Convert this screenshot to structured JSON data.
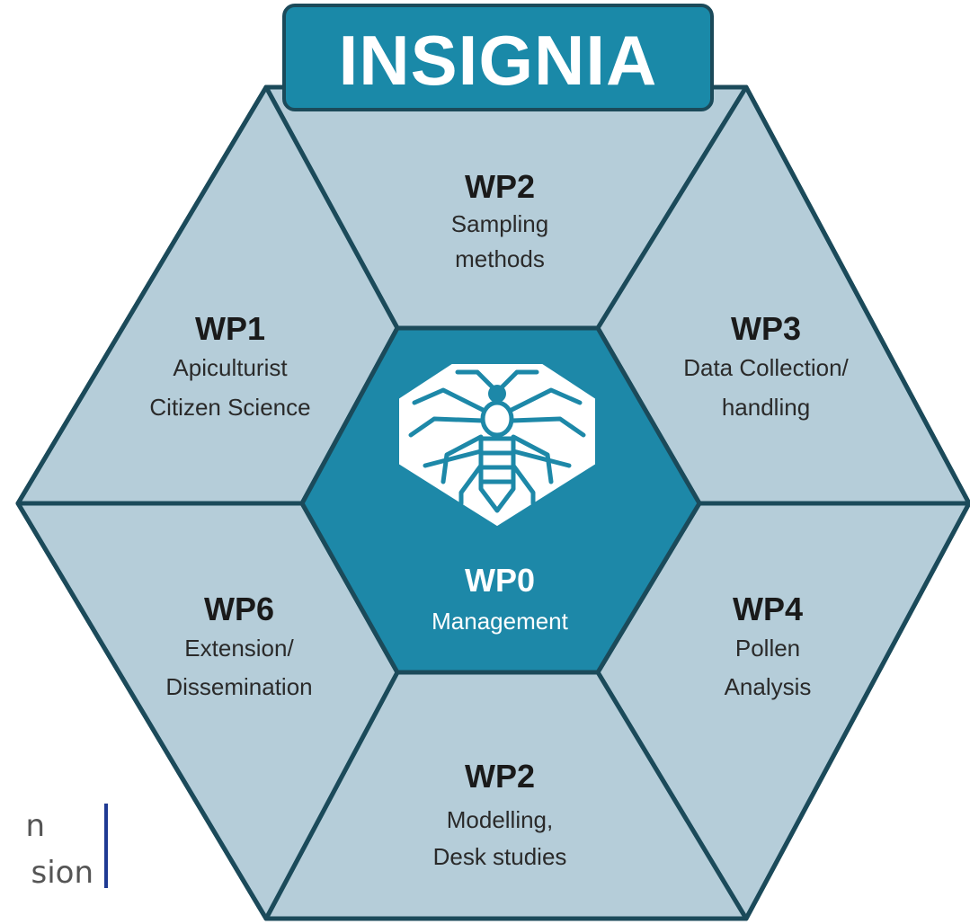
{
  "title": "INSIGNIA",
  "center": {
    "code": "WP0",
    "lines": [
      "Management"
    ],
    "icon": "bee-circuit-icon"
  },
  "segments": [
    {
      "key": "top",
      "code": "WP2",
      "lines": [
        "Sampling",
        "methods"
      ]
    },
    {
      "key": "upper-right",
      "code": "WP3",
      "lines": [
        "Data Collection/",
        "handling"
      ]
    },
    {
      "key": "lower-right",
      "code": "WP4",
      "lines": [
        "Pollen",
        "Analysis"
      ]
    },
    {
      "key": "bottom",
      "code": "WP2",
      "lines": [
        "Modelling,",
        "Desk studies"
      ]
    },
    {
      "key": "lower-left",
      "code": "WP6",
      "lines": [
        "Extension/",
        "Dissemination"
      ]
    },
    {
      "key": "upper-left",
      "code": "WP1",
      "lines": [
        "Apiculturist",
        "Citizen Science"
      ]
    }
  ],
  "logo_fragment": {
    "lines": [
      "n",
      "sion"
    ]
  },
  "colors": {
    "segment_fill": "#b5cdd9",
    "center_fill": "#1d88a8",
    "title_fill": "#1a89a8",
    "outline": "#1b4a5a",
    "logo_bar": "#1f3a93"
  }
}
